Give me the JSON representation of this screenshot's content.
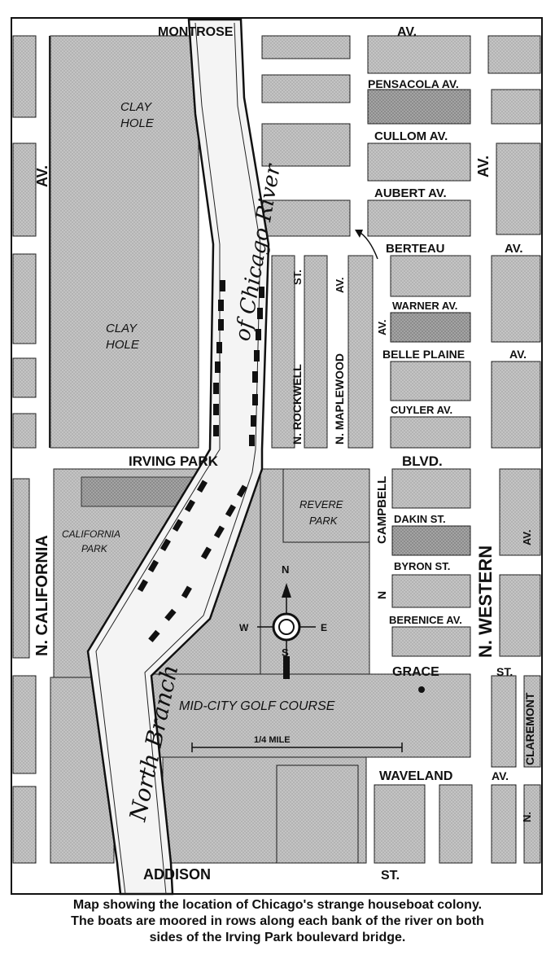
{
  "streets": {
    "montrose": "MONTROSE",
    "montrose_av": "AV.",
    "pensacola": "PENSACOLA AV.",
    "cullom": "CULLOM AV.",
    "aubert": "AUBERT AV.",
    "berteau": "BERTEAU",
    "berteau_av": "AV.",
    "warner": "WARNER AV.",
    "belle_plaine": "BELLE PLAINE",
    "belle_plaine_av": "AV.",
    "cuyler": "CUYLER AV.",
    "irving_park": "IRVING PARK",
    "blvd": "BLVD.",
    "dakin": "DAKIN ST.",
    "byron": "BYRON ST.",
    "berenice": "BERENICE AV.",
    "grace": "GRACE",
    "grace_st": "ST.",
    "waveland": "WAVELAND",
    "waveland_av": "AV.",
    "addison": "ADDISON",
    "addison_st": "ST.",
    "rockwell_n": "N. ROCKWELL",
    "rockwell_st": "ST.",
    "maplewood_n": "N. MAPLEWOOD",
    "maplewood_av": "AV.",
    "maplewood_av2": "AV.",
    "campbell": "CAMPBELL",
    "campbell_n": "N",
    "california": "N. CALIFORNIA",
    "california_av": "AV.",
    "western": "N. WESTERN",
    "western_av_top": "AV.",
    "western_av_bottom": "AV.",
    "claremont": "CLAREMONT",
    "claremont_n": "N."
  },
  "places": {
    "clay_hole_1_line1": "CLAY",
    "clay_hole_1_line2": "HOLE",
    "clay_hole_2_line1": "CLAY",
    "clay_hole_2_line2": "HOLE",
    "california_park_line1": "CALIFORNIA",
    "california_park_line2": "PARK",
    "revere_park_line1": "REVERE",
    "revere_park_line2": "PARK",
    "golf_course": "MID-CITY GOLF COURSE"
  },
  "river": {
    "upper_label": "of Chicago River",
    "lower_label": "North Branch"
  },
  "compass": {
    "n": "N",
    "s": "S",
    "e": "E",
    "w": "W"
  },
  "scale": {
    "label": "1/4 MILE"
  },
  "caption": {
    "line1": "Map showing the location of Chicago's strange houseboat colony.",
    "line2": "The boats are moored in rows along each bank of the river on both",
    "line3": "sides of the Irving Park boulevard bridge."
  },
  "colors": {
    "paper": "#ffffff",
    "ink": "#111111",
    "block_fill": "#b9b9b9",
    "dark_block_fill": "#9a9a9a",
    "river_fill": "#f4f4f4"
  }
}
